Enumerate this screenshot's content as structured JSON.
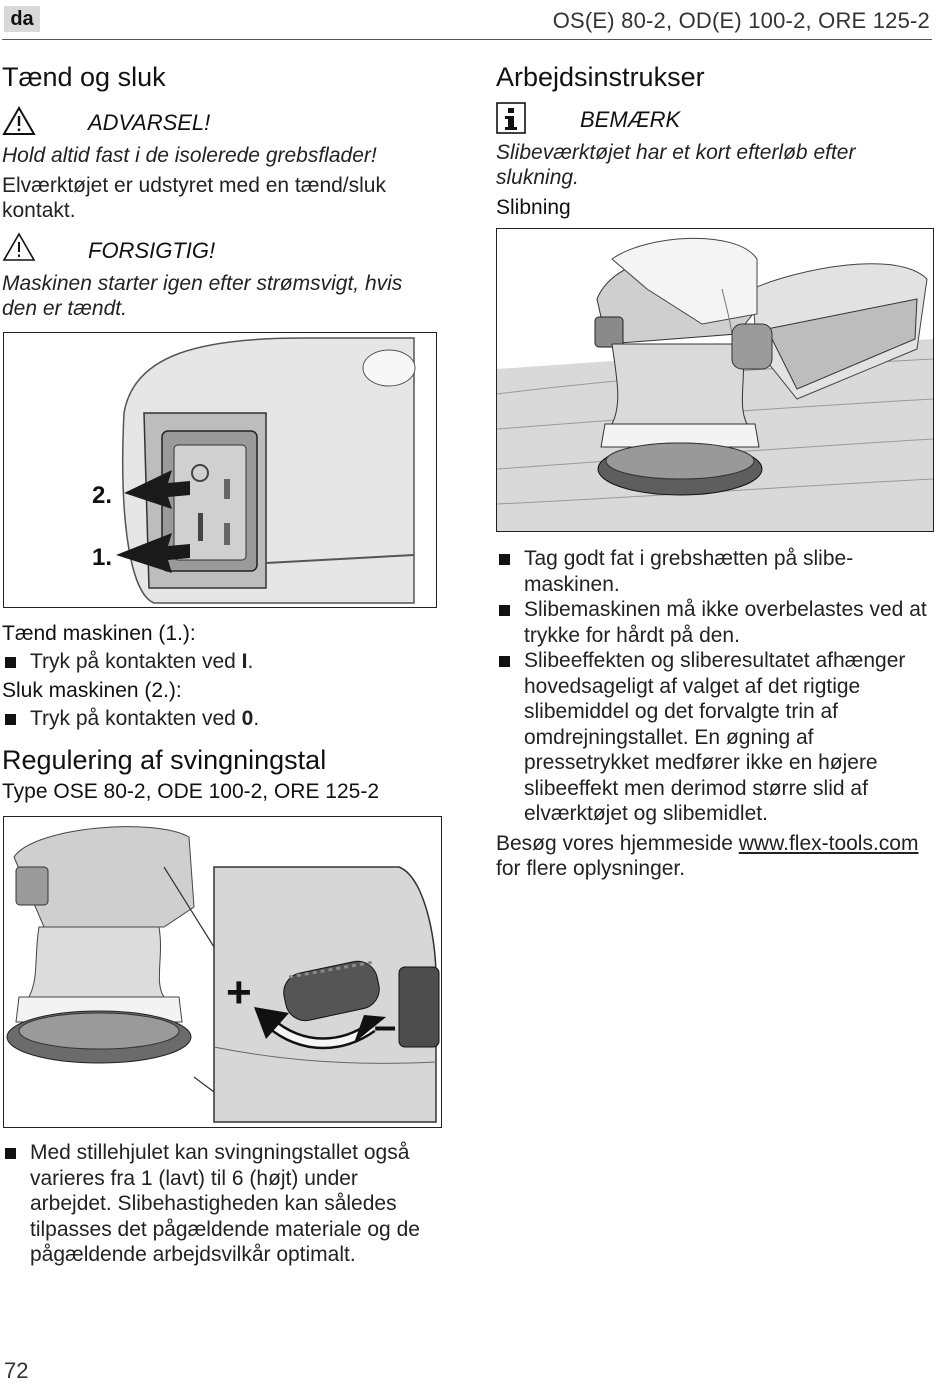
{
  "header": {
    "lang": "da",
    "models": "OS(E) 80-2, OD(E) 100-2, ORE 125-2"
  },
  "left": {
    "section1_title": "Tænd og sluk",
    "warning_label": "ADVARSEL!",
    "warning_text": "Hold altid fast i de isolerede grebsflader!",
    "warning_note": "Elværktøjet er udstyret med en tænd/sluk kontakt.",
    "caution_label": "FORSIGTIG!",
    "caution_text": "Maskinen starter igen efter strømsvigt, hvis den er tændt.",
    "figure1_labels": [
      "2.",
      "1."
    ],
    "switch_on_head": "Tænd maskinen (1.):",
    "switch_on_text": "Tryk på kontakten ved ",
    "switch_on_symbol": "I",
    "switch_off_head": "Sluk maskinen (2.):",
    "switch_off_text": "Tryk på kontakten ved ",
    "switch_off_symbol": "0",
    "section2_title": "Regulering af svingningstal",
    "type_line": "Type OSE 80-2, ODE 100-2, ORE 125-2",
    "figure2_plus": "+",
    "figure2_minus": "–",
    "speed_text": "Med stillehjulet kan svingningstallet også varieres fra 1 (lavt) til 6 (højt) under arbejdet. Slibehastigheden kan således tilpasses det pågældende materiale og de pågældende arbejdsvilkår optimalt."
  },
  "right": {
    "title": "Arbejdsinstrukser",
    "note_label": "BEMÆRK",
    "note_text": "Slibeværktøjet har et kort efterløb efter slukning.",
    "sanding_head": "Slibning",
    "bullets": [
      "Tag godt fat i grebshætten på slibe-maskinen.",
      "Slibemaskinen må ikke overbelastes ved at trykke for hårdt på den.",
      "Slibeeffekten og sliberesultatet afhænger hovedsageligt af valget af det rigtige slibemiddel og det forvalgte trin af omdrejningstallet. En øgning af pressetrykket medfører ikke en højere slibeeffekt men derimod større slid af elværktøjet og slibemidlet."
    ],
    "visit_prefix": "Besøg vores hjemmeside ",
    "visit_link": "www.flex-tools.com",
    "visit_suffix": " for flere oplysninger."
  },
  "footer": {
    "page_number": "72"
  }
}
